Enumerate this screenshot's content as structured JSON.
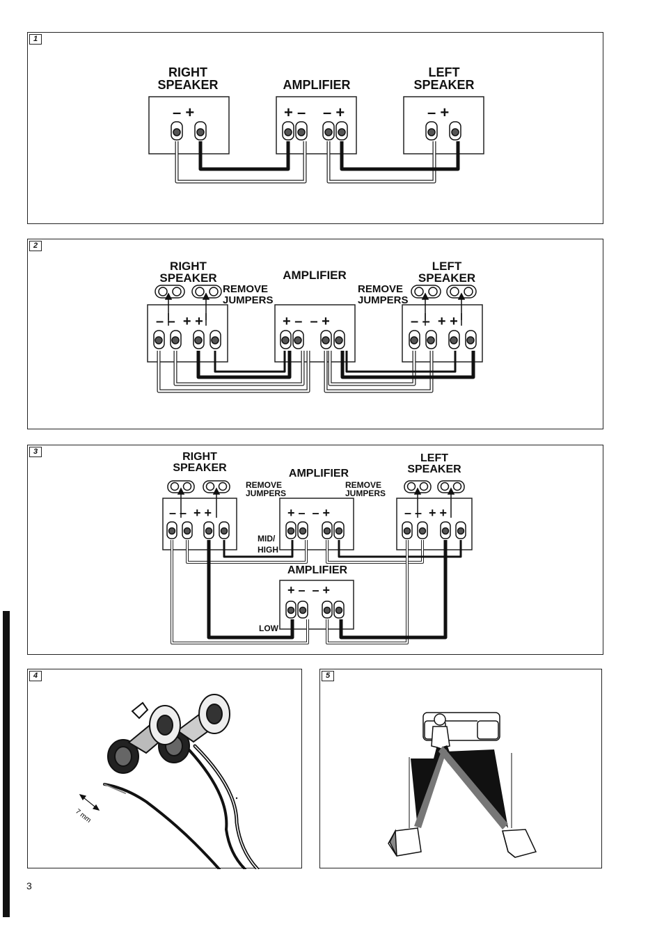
{
  "page_number": "3",
  "panel1": {
    "number": "1",
    "right_speaker": "RIGHT\nSPEAKER",
    "amplifier": "AMPLIFIER",
    "left_speaker": "LEFT\nSPEAKER",
    "right_terminals": "– +",
    "amp_terminals_a": "+ –",
    "amp_terminals_b": "– +",
    "left_terminals": "– +"
  },
  "panel2": {
    "number": "2",
    "right_speaker": "RIGHT\nSPEAKER",
    "amplifier": "AMPLIFIER",
    "left_speaker": "LEFT\nSPEAKER",
    "remove_jumpers_left": "REMOVE\nJUMPERS",
    "remove_jumpers_right": "REMOVE\nJUMPERS"
  },
  "panel3": {
    "number": "3",
    "right_speaker": "RIGHT\nSPEAKER",
    "amplifier_top": "AMPLIFIER",
    "amplifier_bottom": "AMPLIFIER",
    "left_speaker": "LEFT\nSPEAKER",
    "remove_jumpers_left": "REMOVE\nJUMPERS",
    "remove_jumpers_right": "REMOVE\nJUMPERS",
    "mid_high": "MID/\nHIGH",
    "low": "LOW"
  },
  "panel4": {
    "number": "4",
    "measure": "7 mm"
  },
  "panel5": {
    "number": "5"
  }
}
